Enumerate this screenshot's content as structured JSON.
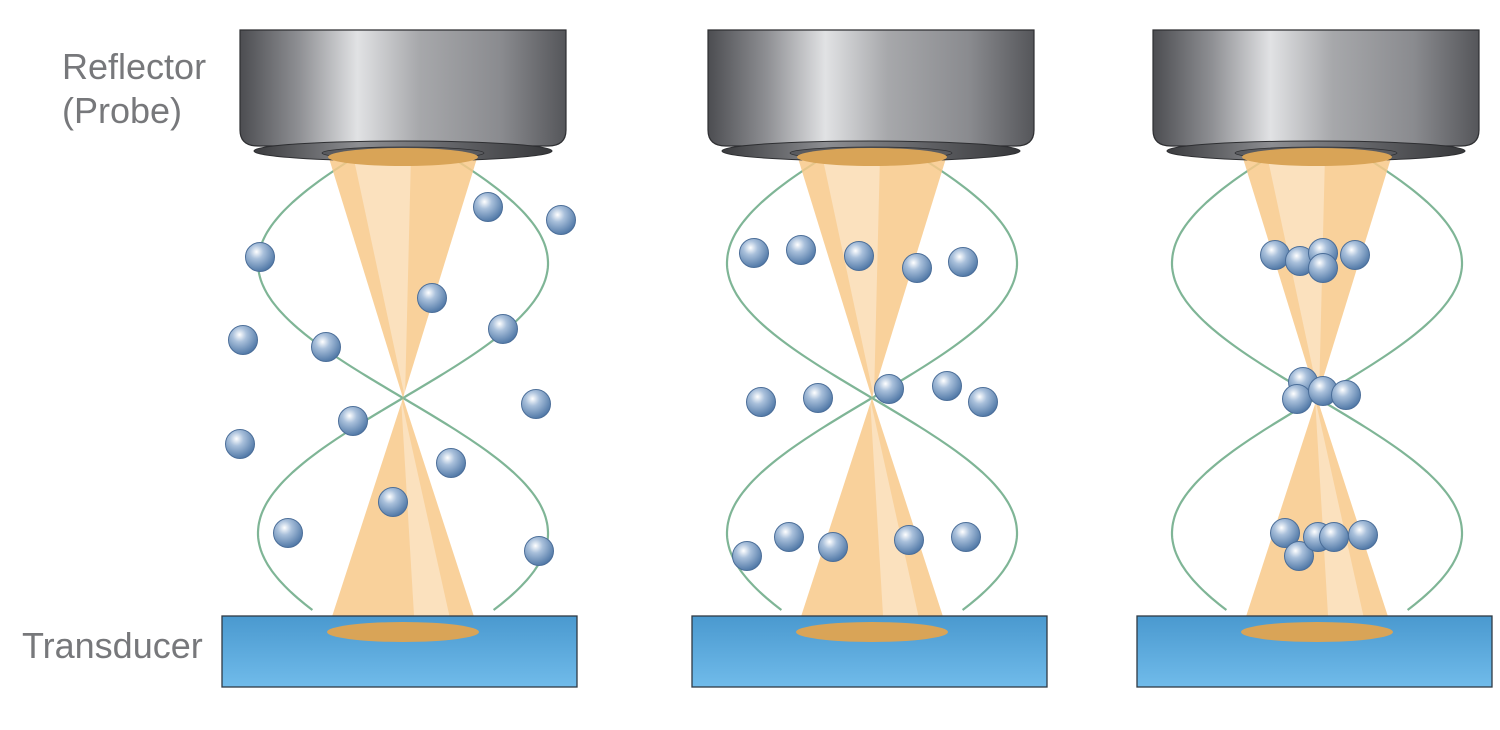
{
  "labels": {
    "reflector_line1": "Reflector",
    "reflector_line2": "(Probe)",
    "transducer": "Transducer"
  },
  "panels": [
    {
      "id": "random",
      "particle_arrangement": "scattered"
    },
    {
      "id": "forming",
      "particle_arrangement": "aligning at pressure nodes"
    },
    {
      "id": "trapped",
      "particle_arrangement": "clustered at nodes"
    }
  ],
  "colors": {
    "probe_dark": "#4c4d51",
    "probe_light": "#d9dadc",
    "beam": "#f8c98a",
    "beam_cap": "#d9a457",
    "standing_wave": "#7fb596",
    "transducer_top": "#4f9fd4",
    "transducer_bottom": "#6db8e8",
    "particle": "#7d9cc1",
    "label_text": "#77787b"
  }
}
